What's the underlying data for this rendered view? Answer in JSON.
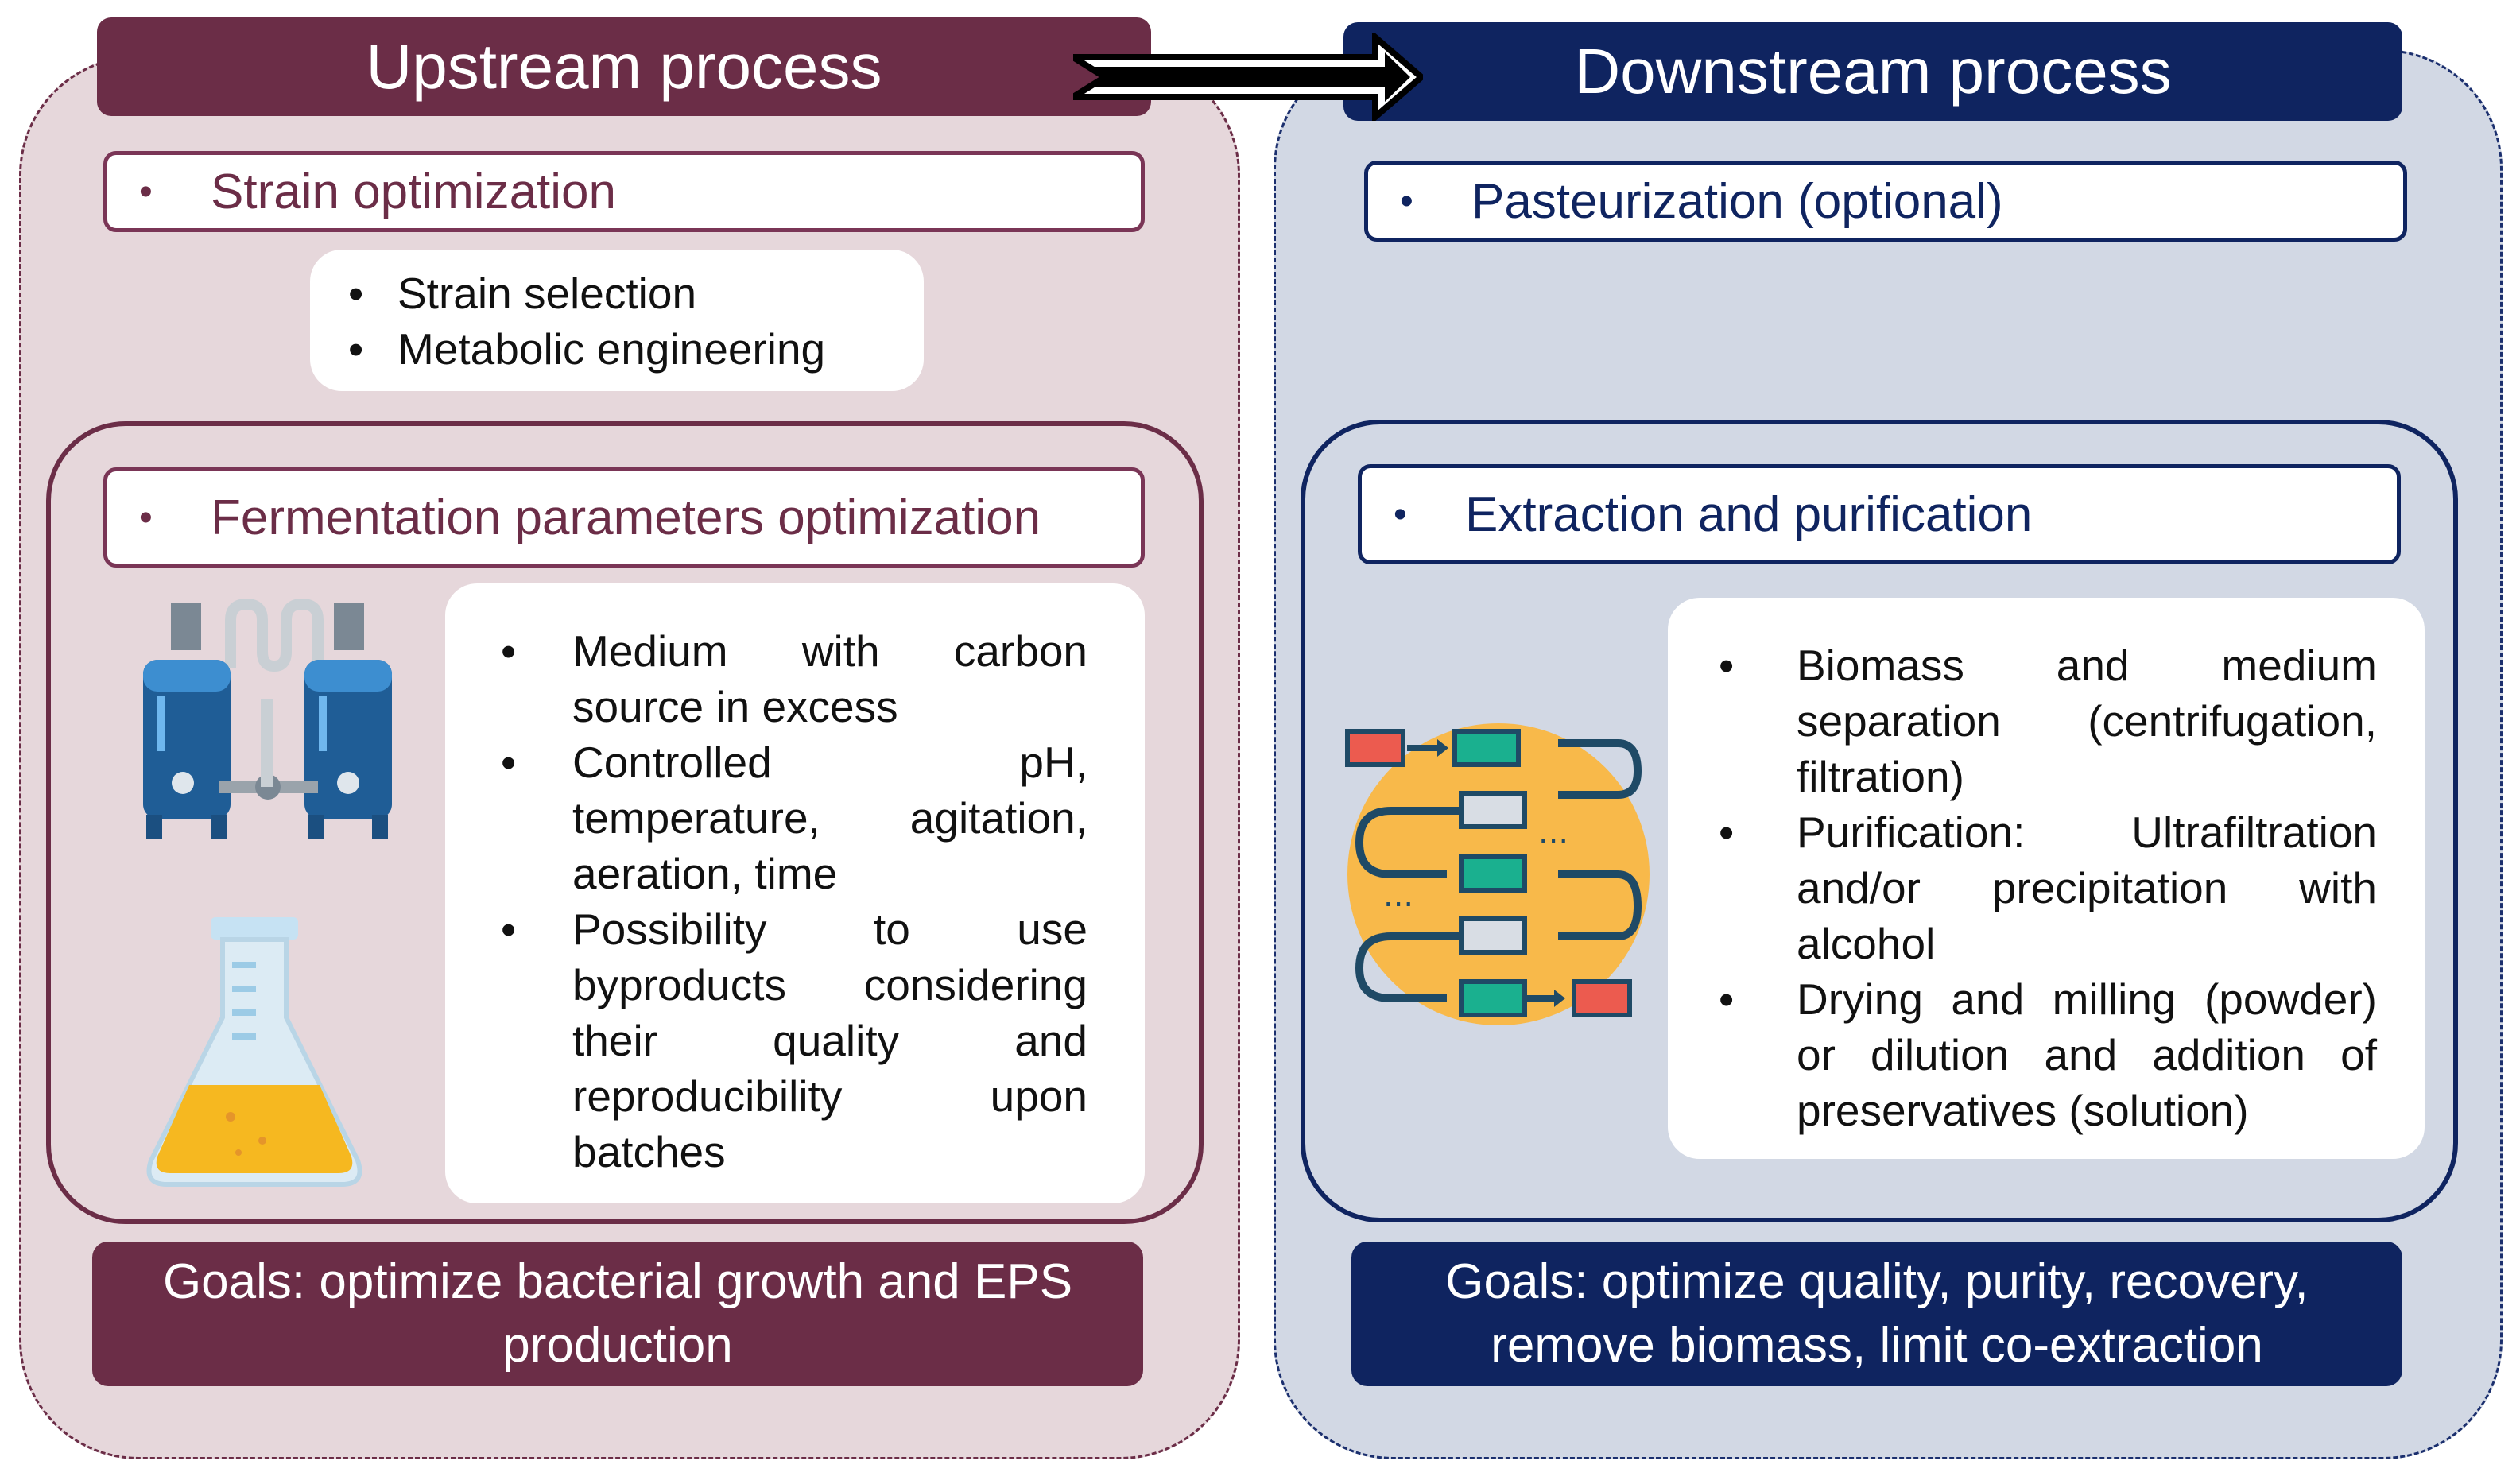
{
  "upstream": {
    "title": "Upstream process",
    "step1": "Strain optimization",
    "step1_items": [
      "Strain selection",
      "Metabolic engineering"
    ],
    "step2": "Fermentation parameters optimization",
    "step2_items": [
      "Medium with carbon source in excess",
      "Controlled pH, temperature, agitation, aeration, time",
      "Possibility to use byproducts considering their quality and reproducibility upon batches"
    ],
    "goals": "Goals: optimize bacterial growth and EPS production"
  },
  "downstream": {
    "title": "Downstream process",
    "step1": "Pasteurization (optional)",
    "step2": "Extraction and purification",
    "step2_items": [
      "Biomass and medium separation (centrifugation, filtration)",
      "Purification: Ultrafiltration and/or precipitation with alcohol",
      "Drying and milling (powder) or dilution and addition of preservatives (solution)"
    ],
    "goals": "Goals: optimize quality, purity, recovery, remove biomass, limit co-extraction"
  },
  "bullet": "•",
  "colors": {
    "upstream_primary": "#6b2d47",
    "upstream_panel": "#e6d7db",
    "downstream_primary": "#0f2460",
    "downstream_panel": "#d2d8e4",
    "flask_liquid": "#f6b820",
    "process_circle": "#f8b94a"
  },
  "icons": {
    "bioreactor": "bioreactor-icon",
    "flask": "flask-icon",
    "flow": "process-flow-icon",
    "arrow": "right-arrow-icon"
  }
}
